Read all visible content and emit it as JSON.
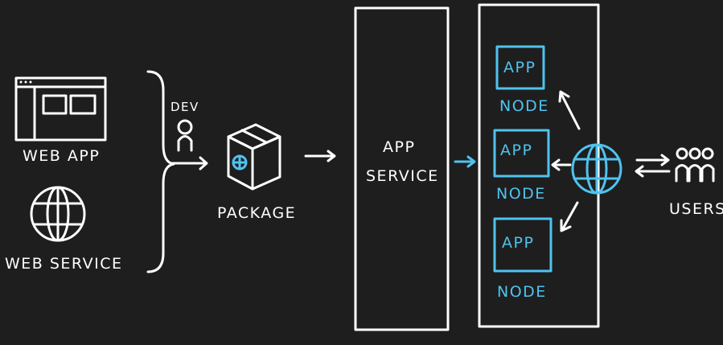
{
  "labels": {
    "web_app": "WEB APP",
    "web_service": "WEB SERVICE",
    "dev": "DEV",
    "package": "PACKAGE",
    "app_service_line1": "APP",
    "app_service_line2": "SERVICE",
    "users": "USERS",
    "node1_app": "APP",
    "node1_node": "NODE",
    "node2_app": "APP",
    "node2_node": "NODE",
    "node3_app": "APP",
    "node3_node": "NODE"
  },
  "colors": {
    "background": "#1e1e1e",
    "stroke": "#ffffff",
    "accent": "#4fc3ee"
  }
}
